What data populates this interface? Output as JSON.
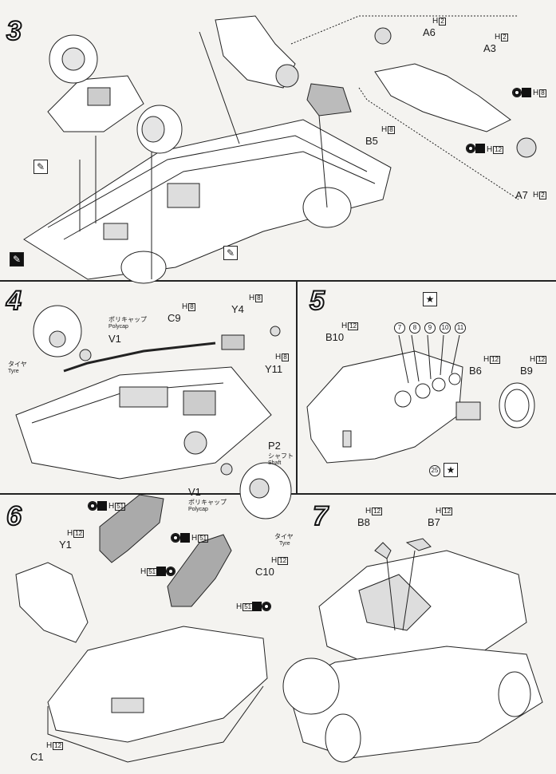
{
  "steps": {
    "s3": {
      "number": "3"
    },
    "s4": {
      "number": "4"
    },
    "s5": {
      "number": "5"
    },
    "s6": {
      "number": "6"
    },
    "s7": {
      "number": "7"
    }
  },
  "step3": {
    "parts": [
      {
        "id": "A6",
        "code": "H",
        "sub": "2"
      },
      {
        "id": "A3",
        "code": "H",
        "sub": "2"
      },
      {
        "id": "B5",
        "code": "H",
        "sub": "8"
      },
      {
        "id": "A7",
        "code": "H",
        "sub": "2"
      }
    ],
    "code_h8": {
      "code": "H",
      "sub": "8"
    },
    "code_h12": {
      "code": "H",
      "sub": "12"
    }
  },
  "step4": {
    "polycap_jp": "ポリキャップ",
    "polycap_en": "Polycap",
    "tyre_jp": "タイヤ",
    "tyre_en": "Tyre",
    "shaft_jp": "シャフト",
    "shaft_en": "Shaft",
    "parts": {
      "c9": {
        "id": "C9",
        "code": "H",
        "sub": "8"
      },
      "y4": {
        "id": "Y4",
        "code": "H",
        "sub": "8"
      },
      "y11": {
        "id": "Y11",
        "code": "H",
        "sub": "8"
      },
      "v1_top": {
        "id": "V1"
      },
      "v1_bottom": {
        "id": "V1"
      },
      "p2": {
        "id": "P2"
      }
    }
  },
  "step5": {
    "decals": [
      "7",
      "8",
      "9",
      "10",
      "11"
    ],
    "decal_bottom": "25",
    "star": "★",
    "parts": {
      "b10": {
        "id": "B10",
        "code": "H",
        "sub": "12"
      },
      "b6": {
        "id": "B6",
        "code": "H",
        "sub": "12"
      },
      "b9": {
        "id": "B9",
        "code": "H",
        "sub": "12"
      }
    }
  },
  "step6": {
    "parts": {
      "y1": {
        "id": "Y1",
        "code": "H",
        "sub": "12"
      },
      "c10": {
        "id": "C10",
        "code": "H",
        "sub": "12"
      },
      "c1": {
        "id": "C1",
        "code": "H",
        "sub": "12"
      }
    },
    "h51": {
      "code": "H",
      "sub": "51"
    }
  },
  "step7": {
    "parts": {
      "b8": {
        "id": "B8",
        "code": "H",
        "sub": "12"
      },
      "b7": {
        "id": "B7",
        "code": "H",
        "sub": "12"
      }
    }
  }
}
